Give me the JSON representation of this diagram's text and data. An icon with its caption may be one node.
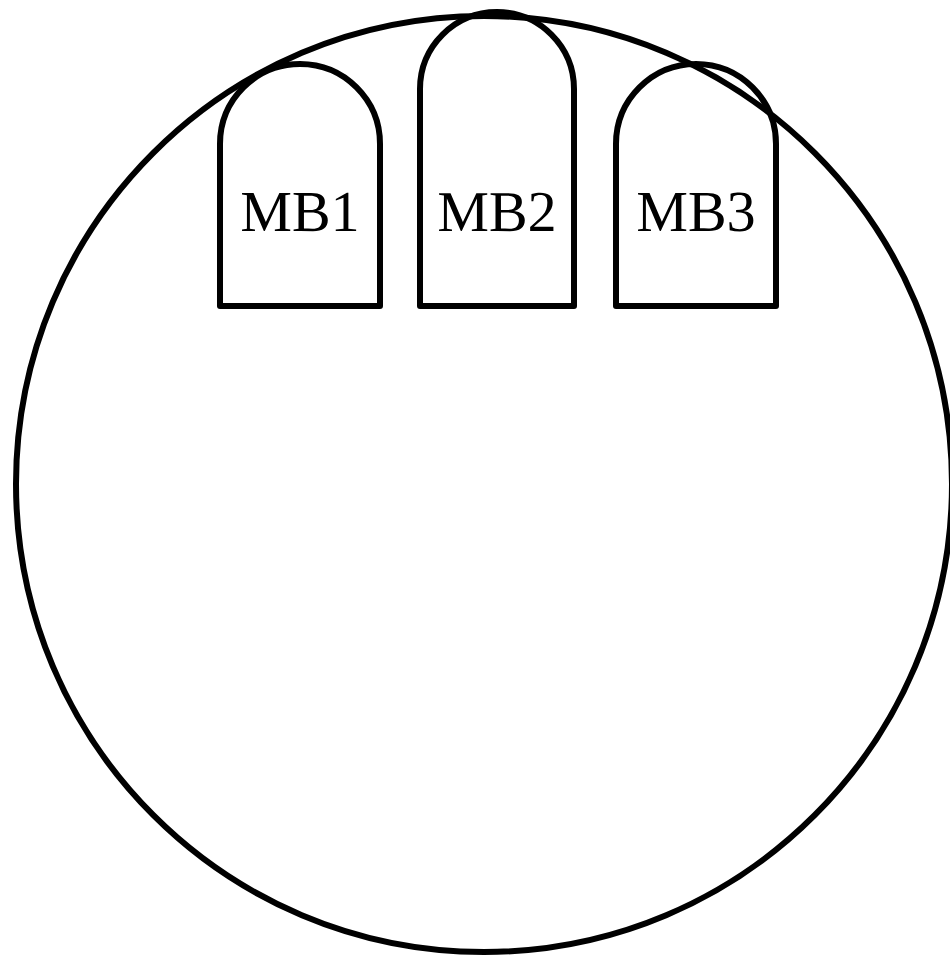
{
  "diagram": {
    "nodes": [
      {
        "text": [],
        "shape": "circle"
      },
      {
        "text": [
          "MB1"
        ],
        "in": 0
      },
      {
        "text": [
          "MB2"
        ],
        "in": 0
      },
      {
        "text": [
          "MB3"
        ],
        "in": 0
      }
    ]
  }
}
